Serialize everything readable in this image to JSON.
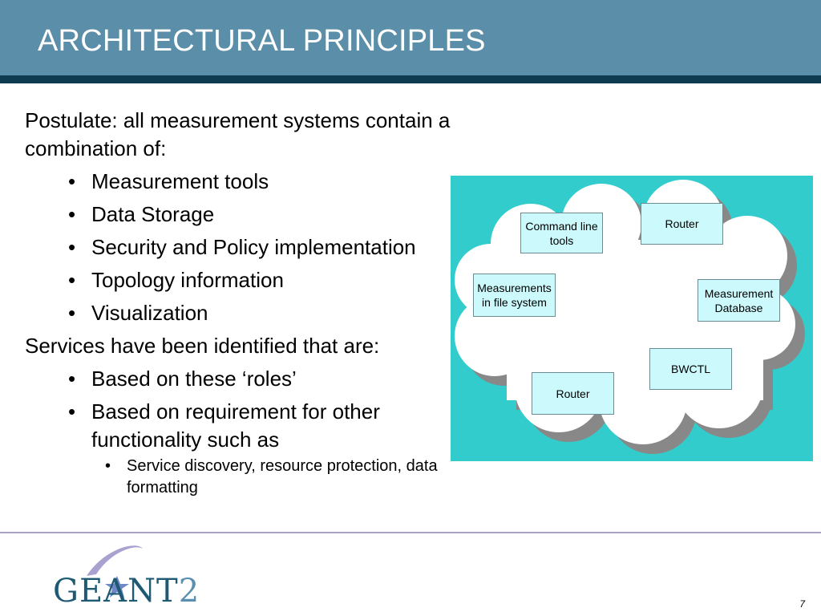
{
  "slide": {
    "title": "ARCHITECTURAL PRINCIPLES",
    "page_number": "7"
  },
  "content": {
    "intro": "Postulate: all measurement systems contain a combination of:",
    "components": [
      "Measurement tools",
      "Data Storage",
      "Security and Policy implementation",
      "Topology information",
      "Visualization"
    ],
    "services_intro": "Services have been identified that are:",
    "services": [
      "Based on these ‘roles’",
      "Based on requirement for other functionality such as"
    ],
    "sub_items": [
      "Service discovery, resource protection, data formatting"
    ]
  },
  "diagram": {
    "background_color": "#33cccc",
    "nodes": [
      "Command line tools",
      "Router",
      "Measurements in file system",
      "Measurement Database",
      "BWCTL",
      "Router"
    ]
  },
  "logo": {
    "text_main": "GEANT",
    "text_suffix": "2"
  },
  "bullet_char": "•"
}
